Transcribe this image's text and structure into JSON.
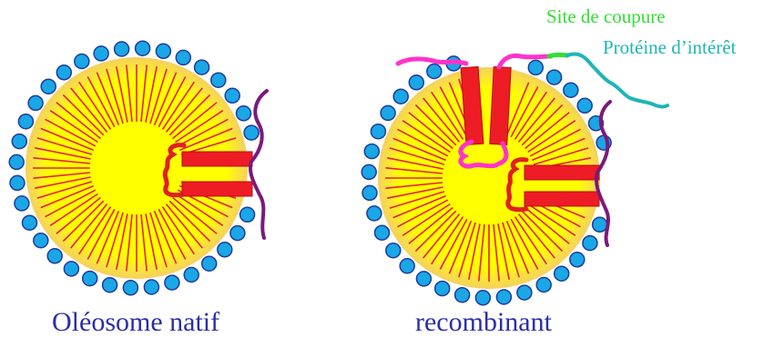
{
  "captions": {
    "native": "Oléosome natif",
    "recombinant": "recombinant"
  },
  "annotations": {
    "cleavage_site": "Site de coupure",
    "protein_of_interest": "Protéine d’intérêt"
  },
  "colors": {
    "caption_text": "#2b2fa8",
    "cleavage_site": "#33dd33",
    "protein_of_interest": "#1fb5b5",
    "phospholipid_head": "#1aa7e6",
    "phospholipid_head_stroke": "#1f3a9c",
    "lipid_tail": "#e8202a",
    "oil_core": "#ffff00",
    "oil_core_edge": "#f2c94c",
    "oleosin": "#ee1c24",
    "oleosin_anchor": "#e02020",
    "native_terminal": "#7b1a7b",
    "recombinant_linker": "#ff33cc"
  }
}
